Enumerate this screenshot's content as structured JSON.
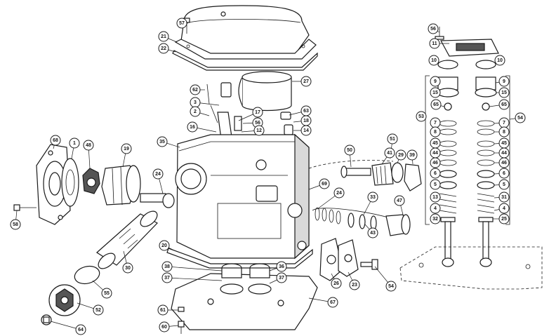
{
  "callouts": [
    "57",
    "21",
    "22",
    "27",
    "62",
    "3",
    "17",
    "2",
    "56",
    "63",
    "12",
    "16",
    "14",
    "18",
    "35",
    "68",
    "1",
    "48",
    "19",
    "24",
    "58",
    "30",
    "55",
    "52",
    "64",
    "20",
    "38",
    "37",
    "36",
    "37",
    "61",
    "60",
    "69",
    "24",
    "50",
    "41",
    "29",
    "39",
    "51",
    "33",
    "43",
    "47",
    "26",
    "23",
    "54",
    "67",
    "56",
    "11",
    "10",
    "10",
    "9",
    "9",
    "15",
    "15",
    "65",
    "65",
    "53",
    "54",
    "7",
    "7",
    "8",
    "8",
    "45",
    "45",
    "44",
    "44",
    "46",
    "46",
    "6",
    "6",
    "5",
    "5",
    "13",
    "31",
    "4",
    "4",
    "32",
    "25"
  ]
}
